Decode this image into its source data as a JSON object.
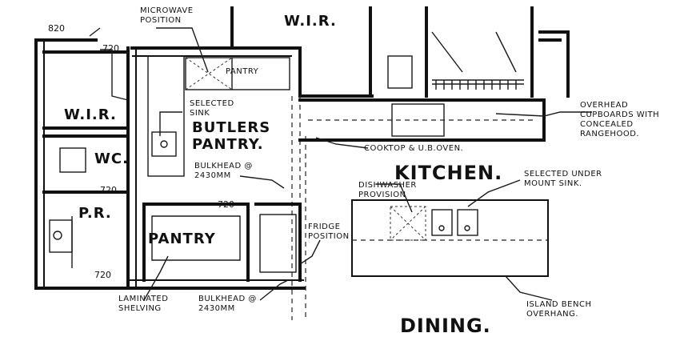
{
  "labels": {
    "dim_820": "820",
    "dim_720_top": "720",
    "dim_720_wc": "720",
    "dim_720_pantry": "720",
    "dim_720_bottom": "720",
    "microwave": "MICROWAVE POSITION",
    "wir_top": "W.I.R.",
    "wir_left": "W.I.R.",
    "pantry_small": "PANTRY",
    "selected_sink": "SELECTED SINK",
    "butlers_pantry": "BUTLERS PANTRY.",
    "wc": "WC.",
    "bulkhead_1": "BULKHEAD @ 2430MM",
    "pr": "P.R.",
    "pantry": "PANTRY",
    "laminated_shelving": "LAMINATED SHELVING",
    "bulkhead_2": "BULKHEAD @ 2430MM",
    "fridge_position": "FRIDGE POSITION",
    "kitchen": "KITCHEN.",
    "dishwasher": "DISHWASHER PROVISION",
    "selected_undermount": "SELECTED UNDER MOUNT SINK.",
    "overhead": "OVERHEAD CUPBOARDS WITH CONCEALED RANGEHOOD.",
    "cooktop": "COOKTOP & U.B.OVEN.",
    "island_bench": "ISLAND BENCH OVERHANG.",
    "dining": "DINING."
  }
}
